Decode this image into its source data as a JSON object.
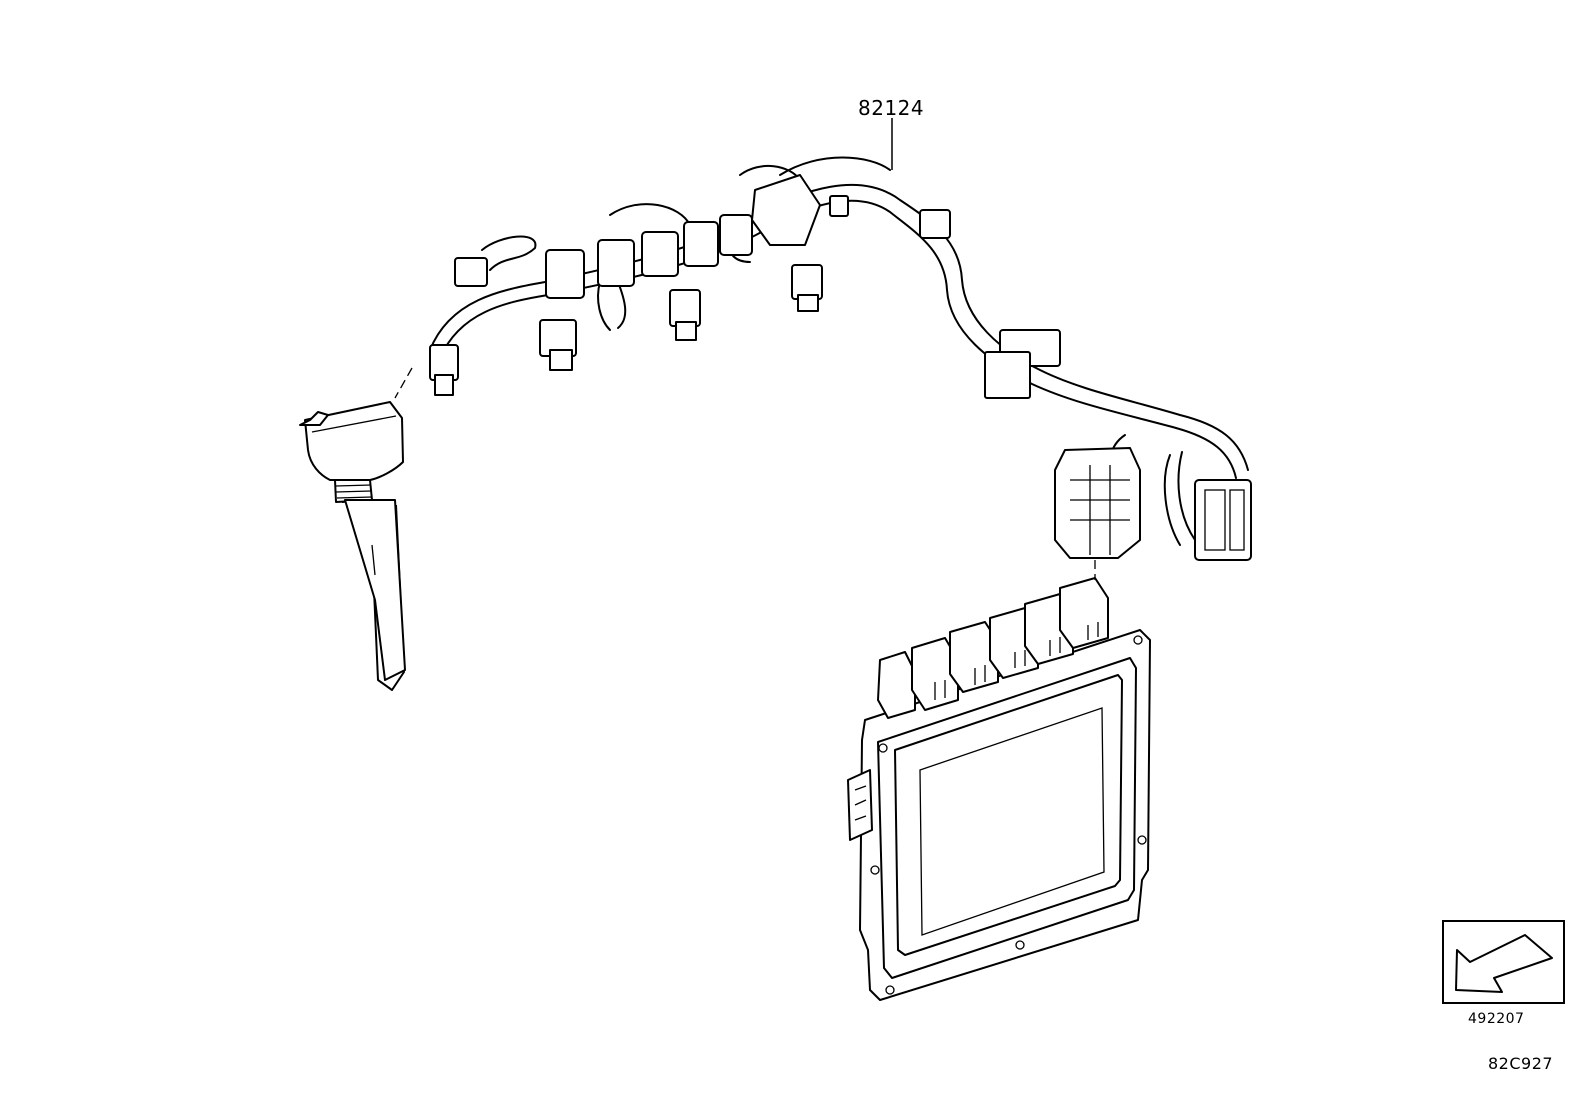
{
  "diagram": {
    "part_callout": "82124",
    "reference_box_code": "492207",
    "diagram_code": "82C927"
  },
  "icons": {
    "orientation": "arrow-southwest-icon"
  }
}
